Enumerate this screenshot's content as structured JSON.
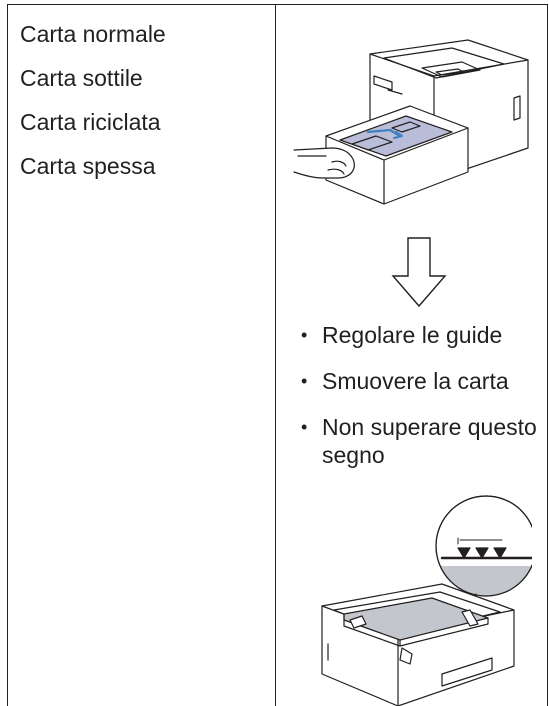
{
  "paper_types": [
    "Carta normale",
    "Carta sottile",
    "Carta riciclata",
    "Carta spessa"
  ],
  "instructions": [
    "Regolare le guide",
    "Smuovere la carta",
    "Non superare questo segno"
  ],
  "icons": {
    "bullet": "•",
    "arrow": "down-arrow-outline"
  }
}
